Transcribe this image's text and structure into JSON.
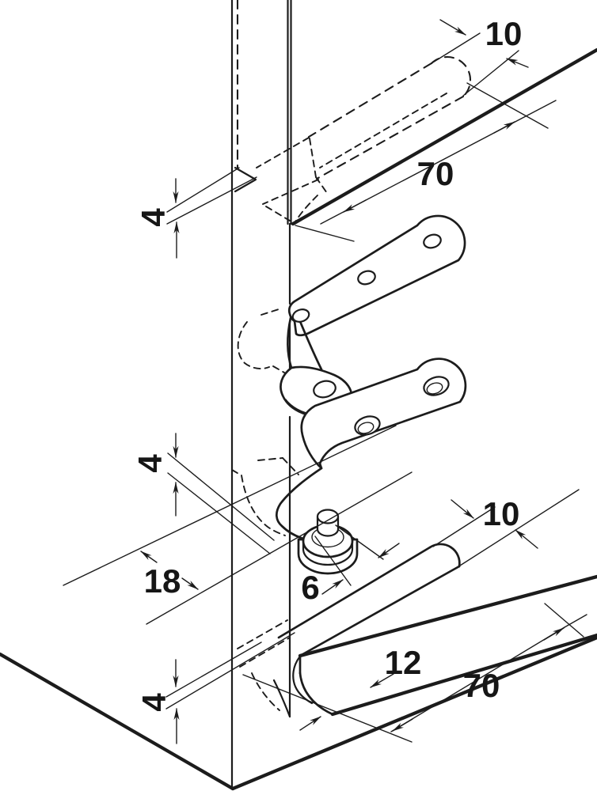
{
  "figure": {
    "description": "isometric-installation-drawing-pivot-hinge",
    "background_color": "#ffffff",
    "line_color": "#1c1c1c",
    "text_color": "#161616",
    "dimensions": {
      "top_slot_width": "10",
      "top_slot_length": "70",
      "top_front_offset": "4",
      "mid_front_offset": "4",
      "pivot_setback": "18",
      "pin_offset": "6",
      "bottom_plate_width": "10",
      "bottom_plate_height": "12",
      "bottom_plate_length": "70",
      "bottom_front_offset": "4"
    },
    "parts": [
      "cabinet-side-wall",
      "door-edge",
      "top-panel-edge",
      "top-mortise-slot",
      "upper-hinge-arm",
      "lower-hinge-arm",
      "pivot-pin-washer",
      "bottom-pivot-plate",
      "floor-panel"
    ]
  }
}
